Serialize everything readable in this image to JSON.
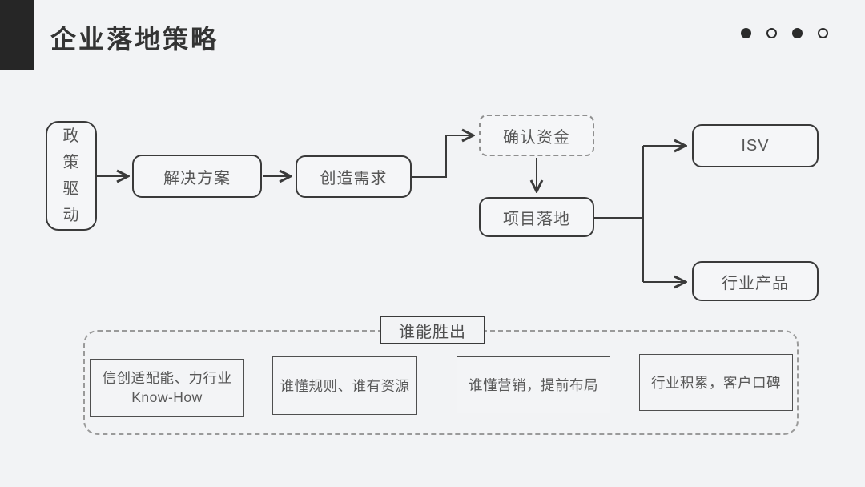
{
  "slide": {
    "title": "企业落地策略",
    "background_color": "#f2f3f5",
    "ink_color": "#3a3a3a"
  },
  "pagination": {
    "dots": [
      "filled",
      "hollow",
      "filled",
      "hollow"
    ]
  },
  "flowchart": {
    "nodes": {
      "policy": {
        "label": "政策驱动",
        "style": "solid-rounded-vertical-text"
      },
      "solution": {
        "label": "解决方案",
        "style": "solid-rounded"
      },
      "demand": {
        "label": "创造需求",
        "style": "solid-rounded"
      },
      "funding": {
        "label": "确认资金",
        "style": "dashed-rounded"
      },
      "landing": {
        "label": "项目落地",
        "style": "solid-rounded"
      },
      "isv": {
        "label": "ISV",
        "style": "solid-rounded"
      },
      "industry_product": {
        "label": "行业产品",
        "style": "solid-rounded"
      }
    },
    "edges": [
      "政策驱动 → 解决方案",
      "解决方案 → 创造需求",
      "创造需求 → 确认资金",
      "确认资金 → 项目落地",
      "项目落地 → ISV",
      "项目落地 → 行业产品"
    ]
  },
  "winners": {
    "title": "谁能胜出",
    "items": [
      {
        "line1": "信创适配能、力行业",
        "line2": "Know-How"
      },
      {
        "line1": "谁懂规则、谁有资源",
        "line2": ""
      },
      {
        "line1": "谁懂营销，提前布局",
        "line2": ""
      },
      {
        "line1": "行业积累，客户口碑",
        "line2": ""
      }
    ]
  }
}
